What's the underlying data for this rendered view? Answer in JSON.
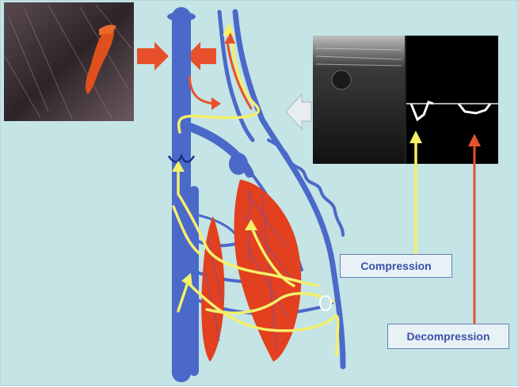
{
  "labels": {
    "compression": "Compression",
    "decompression": "Decompression"
  },
  "colors": {
    "background": "#c4e4e6",
    "vein": "#4b69c9",
    "muscle": "#e2401e",
    "flow_arrow": "#f4f06a",
    "reflux_arrow": "#e8502c",
    "label_text": "#3d4fa8"
  },
  "icons": {
    "ultrasound_bmode": "grayscale-ultrasound-image",
    "ultrasound_doppler": "doppler-spectral-trace",
    "color_doppler": "color-doppler-vein-image",
    "compression_arrow": "orange-pointer-arrow",
    "probe_direction_arrow": "hollow-left-arrow"
  }
}
